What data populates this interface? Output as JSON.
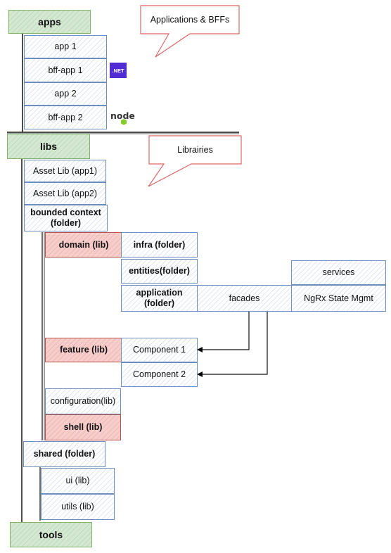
{
  "sections": {
    "apps": "apps",
    "libs": "libs",
    "tools": "tools"
  },
  "callouts": {
    "apps_note": "Applications & BFFs",
    "libs_note": "Librairies"
  },
  "apps": [
    "app 1",
    "bff-app 1",
    "app 2",
    "bff-app 2"
  ],
  "badges": {
    "dotnet": ".NET",
    "node": "node"
  },
  "libs": {
    "asset_lib_1": "Asset Lib (app1)",
    "asset_lib_2": "Asset Lib (app2)",
    "bounded_context": "bounded context (folder)",
    "domain": "domain (lib)",
    "infra": "infra (folder)",
    "entities": "entities(folder)",
    "application": "application (folder)",
    "facades": "facades",
    "services": "services",
    "ngrx": "NgRx State Mgmt",
    "feature": "feature (lib)",
    "component1": "Component 1",
    "component2": "Component 2",
    "configuration": "configuration(lib)",
    "shell": "shell (lib)",
    "shared": "shared (folder)",
    "ui": "ui (lib)",
    "utils": "utils (lib)"
  },
  "colors": {
    "blue_border": "#6c8ebf",
    "red_fill": "#f8cecc",
    "red_border": "#b85450",
    "green_fill": "#d5e8d4",
    "green_border": "#82b366",
    "dotnet": "#512bd4",
    "node": "#83cd29"
  }
}
